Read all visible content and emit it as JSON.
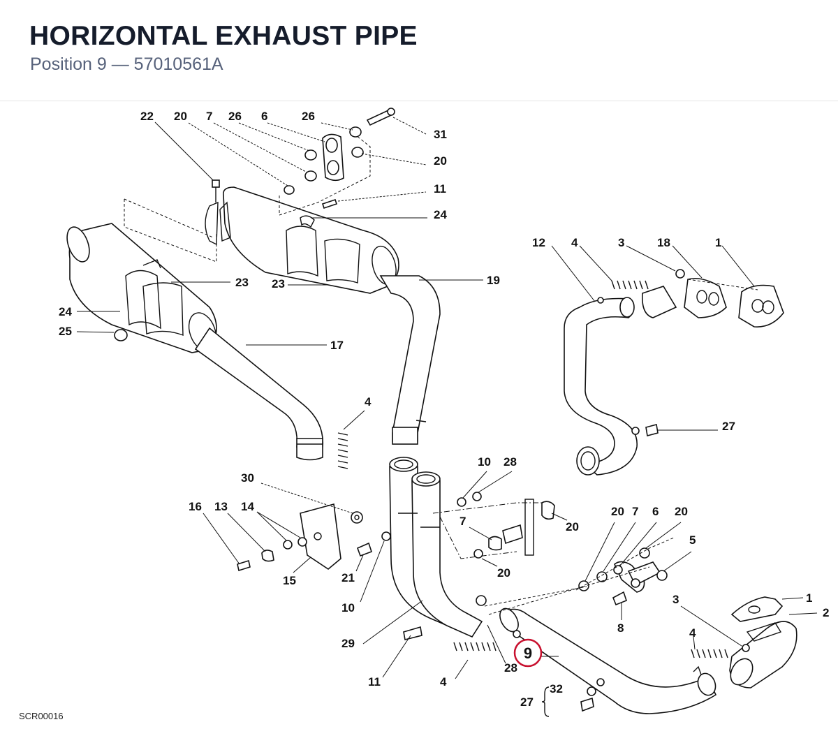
{
  "header": {
    "title": "HORIZONTAL EXHAUST PIPE",
    "subtitle": "Position 9 — 57010561A"
  },
  "footer": {
    "code": "SCR00016"
  },
  "highlight": {
    "label": "9",
    "color": "#c8102e"
  },
  "labels": {
    "l22": "22",
    "l20a": "20",
    "l7a": "7",
    "l26a": "26",
    "l6a": "6",
    "l26b": "26",
    "l31": "31",
    "l20b": "20",
    "l11a": "11",
    "l24a": "24",
    "l23a": "23",
    "l23b": "23",
    "l19": "19",
    "l24b": "24",
    "l25": "25",
    "l17": "17",
    "l12": "12",
    "l4a": "4",
    "l3a": "3",
    "l18": "18",
    "l1a": "1",
    "l27a": "27",
    "l4b": "4",
    "l10a": "10",
    "l28a": "28",
    "l30": "30",
    "l16": "16",
    "l13": "13",
    "l14": "14",
    "l15": "15",
    "l21": "21",
    "l10b": "10",
    "l20c": "20",
    "l7b": "7",
    "l20d": "20",
    "l20e": "20",
    "l7c": "7",
    "l6b": "6",
    "l20f": "20",
    "l5": "5",
    "l8": "8",
    "l3b": "3",
    "l1b": "1",
    "l2": "2",
    "l4c": "4",
    "l29": "29",
    "l11b": "11",
    "l4d": "4",
    "l28b": "28",
    "l32": "32",
    "l27b": "27"
  }
}
